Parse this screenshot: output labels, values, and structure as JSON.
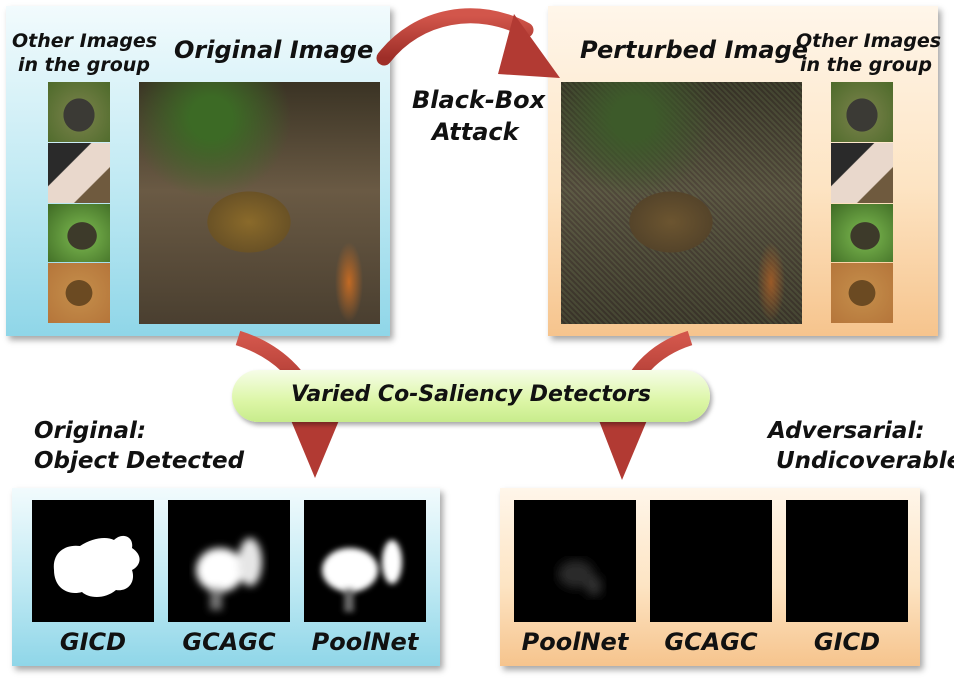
{
  "top_left": {
    "title": "Original Image",
    "others_line1": "Other Images",
    "others_line2": "in the group"
  },
  "top_right": {
    "title": "Perturbed Image",
    "others_line1": "Other Images",
    "others_line2": "in the group"
  },
  "attack": {
    "line1": "Black-Box",
    "line2": "Attack"
  },
  "detectors": {
    "label": "Varied Co-Saliency Detectors"
  },
  "original_result": {
    "line1": "Original:",
    "line2": "Object Detected",
    "methods": [
      "GICD",
      "GCAGC",
      "PoolNet"
    ]
  },
  "adversarial_result": {
    "line1": "Adversarial:",
    "line2": "Undicoverable",
    "methods": [
      "PoolNet",
      "GCAGC",
      "GICD"
    ]
  },
  "colors": {
    "arrow": "#b23a33",
    "blue_panel": "#8fd6e8",
    "orange_panel": "#f6c48d",
    "pill": "#d8f5a8"
  }
}
